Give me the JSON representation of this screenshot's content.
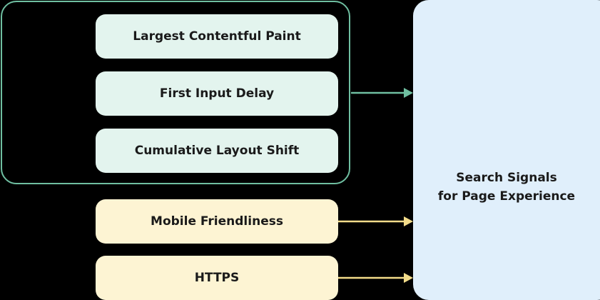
{
  "core_web_vitals": [
    {
      "label": "Largest Contentful Paint"
    },
    {
      "label": "First Input Delay"
    },
    {
      "label": "Cumulative Layout Shift"
    }
  ],
  "other_signals": [
    {
      "label": "Mobile Friendliness"
    },
    {
      "label": "HTTPS"
    }
  ],
  "target": {
    "line1": "Search Signals",
    "line2": "for Page Experience"
  },
  "colors": {
    "background": "#000000",
    "group_border": "#6fbfa1",
    "green_box": "#e3f4ee",
    "yellow_box": "#fdf4d3",
    "target_box": "#e0effb",
    "green_arrow": "#6fbfa1",
    "yellow_arrow": "#f3dc8a"
  }
}
